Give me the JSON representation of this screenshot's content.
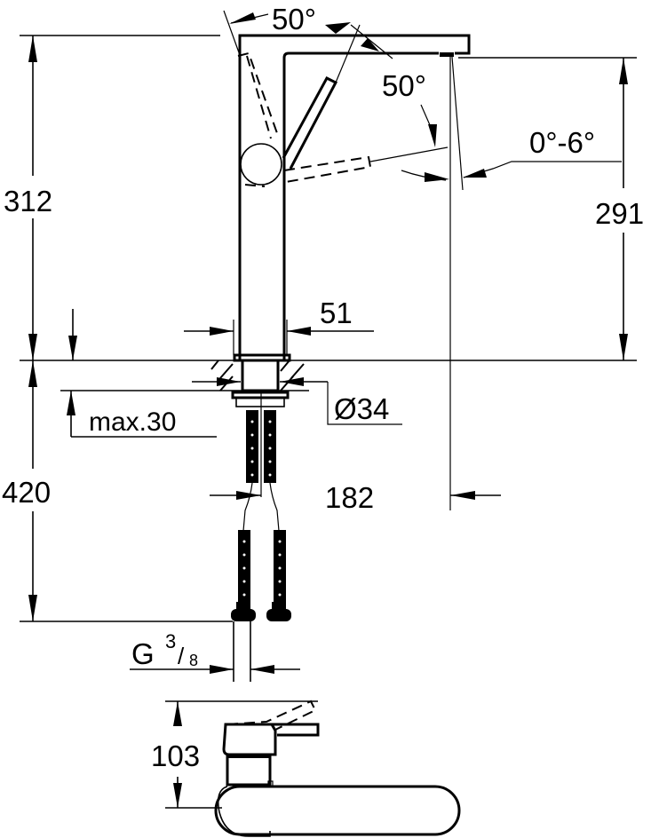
{
  "drawing": {
    "subject": "Single-lever basin mixer, XL-size — dimension drawing",
    "colors": {
      "line": "#000000",
      "background": "#ffffff"
    }
  },
  "dimensions": {
    "lever_angle_rear": "50°",
    "lever_angle_front": "50°",
    "spout_tilt": "0°-6°",
    "total_height": "312",
    "spout_outlet_height": "291",
    "body_width": "51",
    "hole_diameter": "Ø34",
    "max_deck_thickness": "max.30",
    "hose_length": "420",
    "spout_reach": "182",
    "connection_thread_main": "G",
    "connection_thread_num": "3",
    "connection_thread_den": "8",
    "top_view_height": "103"
  }
}
